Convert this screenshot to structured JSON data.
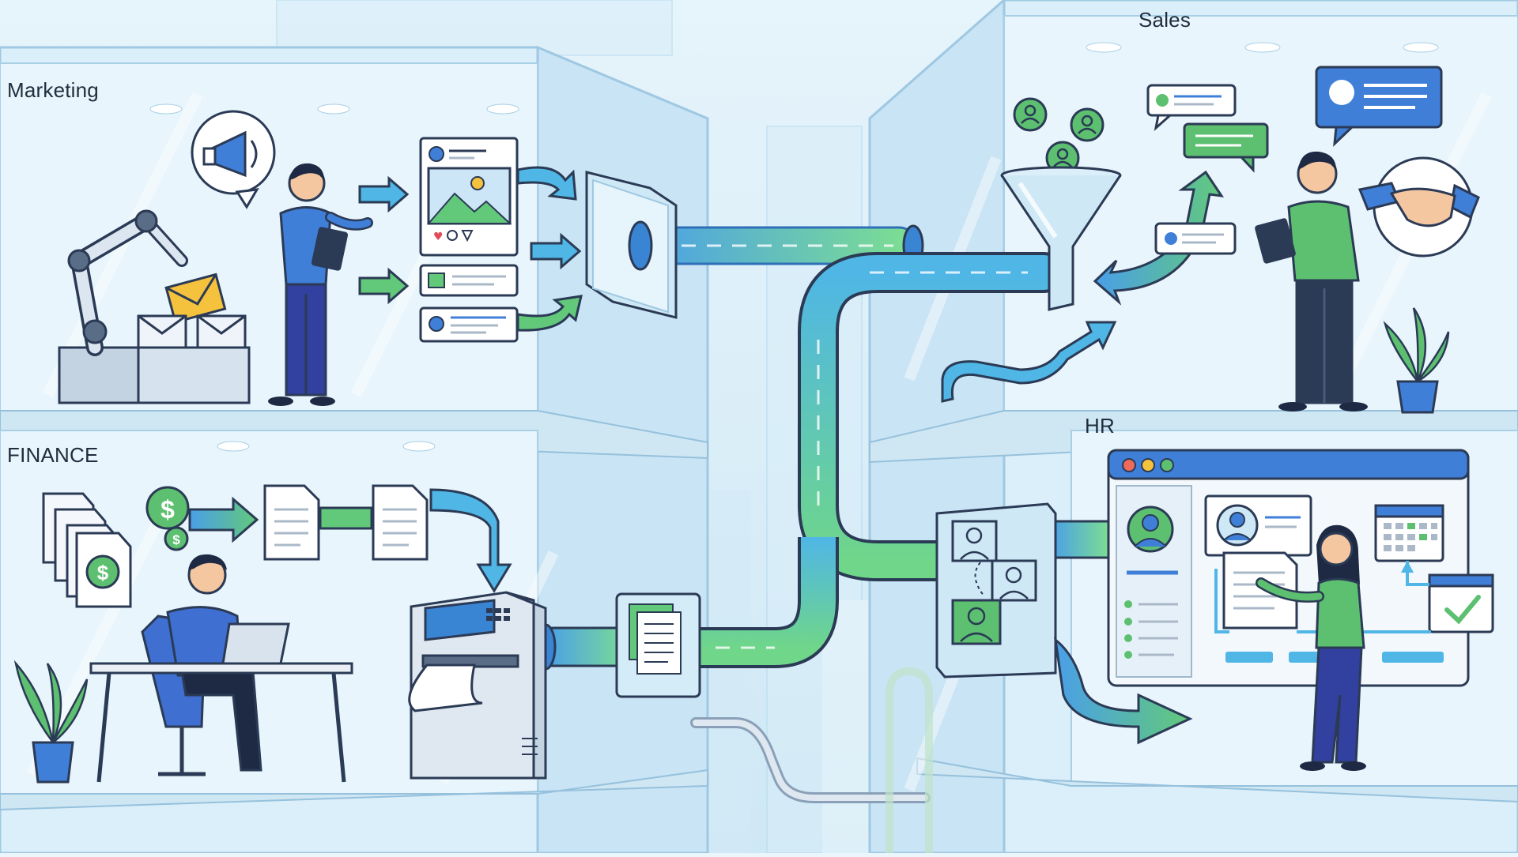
{
  "departments": {
    "marketing": "Marketing",
    "finance": "FINANCE",
    "sales": "Sales",
    "hr": "HR"
  },
  "icons": {
    "finance_currency": "$"
  },
  "colors": {
    "pipe_blue": "#4a9fe8",
    "pipe_green": "#62c97b",
    "glass": "#d4ecf8",
    "outline": "#2b3a55",
    "person_blue": "#3f7fd8",
    "person_green": "#5cc070",
    "window_red": "#ee6a5a",
    "window_yellow": "#f5c23e",
    "window_green": "#5cc070"
  }
}
